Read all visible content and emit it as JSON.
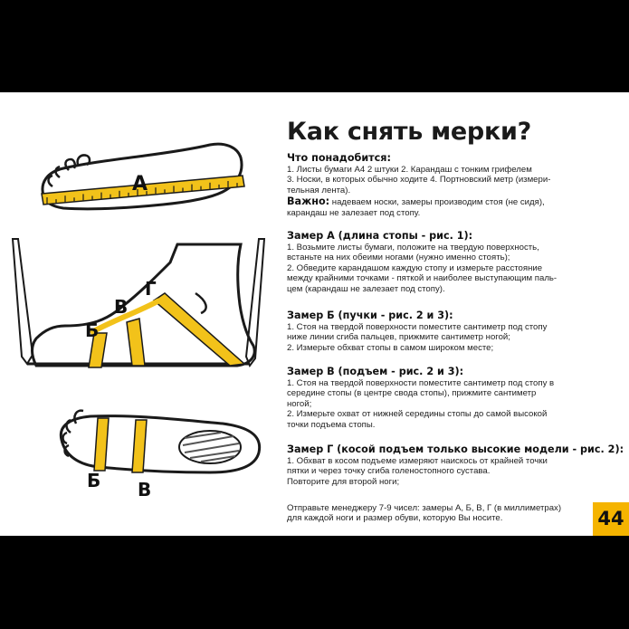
{
  "title": "Как снять мерки?",
  "page_number": "44",
  "figure_labels": {
    "a": "А",
    "b": "Б",
    "v": "В",
    "g": "Г",
    "b2": "Б",
    "v2": "В"
  },
  "needed": {
    "heading": "Что понадобится:",
    "lines": [
      "1. Листы бумаги А4 2 штуки 2. Карандаш с тонким грифелем",
      "3. Носки, в которых обычно ходите 4. Портновский метр (измери-",
      "тельная лента)."
    ]
  },
  "important": {
    "label": "Важно:",
    "first_line": " надеваем носки, замеры производим стоя (не сидя),",
    "second_line": "карандаш не залезает под стопу."
  },
  "sections": [
    {
      "heading": "Замер А (длина стопы - рис. 1):",
      "lines": [
        "1. Возьмите листы бумаги, положите на твердую поверхность,",
        "встаньте на них обеими ногами (нужно именно стоять);",
        "2. Обведите карандашом каждую стопу и измерьте расстояние",
        "между крайними точками - пяткой и наиболее выступающим паль-",
        "цем (карандаш не залезает под стопу)."
      ]
    },
    {
      "heading": "Замер Б (пучки - рис. 2 и 3):",
      "lines": [
        "1. Стоя на твердой поверхности поместите сантиметр под стопу",
        "ниже линии сгиба пальцев, прижмите сантиметр ногой;",
        "2. Измерьте обхват стопы в самом широком месте;"
      ]
    },
    {
      "heading": "Замер В (подъем - рис. 2 и 3):",
      "lines": [
        "1. Стоя на твердой поверхности поместите сантиметр под стопу в",
        "середине стопы (в центре свода стопы), прижмите сантиметр",
        "ногой;",
        "2. Измерьте охват от нижней середины стопы до самой высокой",
        "точки подъема стопы."
      ]
    },
    {
      "heading": "Замер Г (косой подъем только высокие модели - рис. 2):",
      "lines": [
        "1. Обхват в косом подъеме измеряют наискось от крайней точки",
        "пятки и через точку сгиба голеностопного сустава.",
        "Повторите для второй ноги;"
      ]
    }
  ],
  "footer": {
    "lines": [
      "Отправьте менеджеру 7-9 чисел: замеры А, Б, В, Г (в миллиметрах)",
      "для каждой ноги и размер обуви, которую Вы носите."
    ]
  },
  "colors": {
    "tape": "#f2c21a",
    "badge": "#f5b400",
    "outline": "#1a1a1a"
  }
}
